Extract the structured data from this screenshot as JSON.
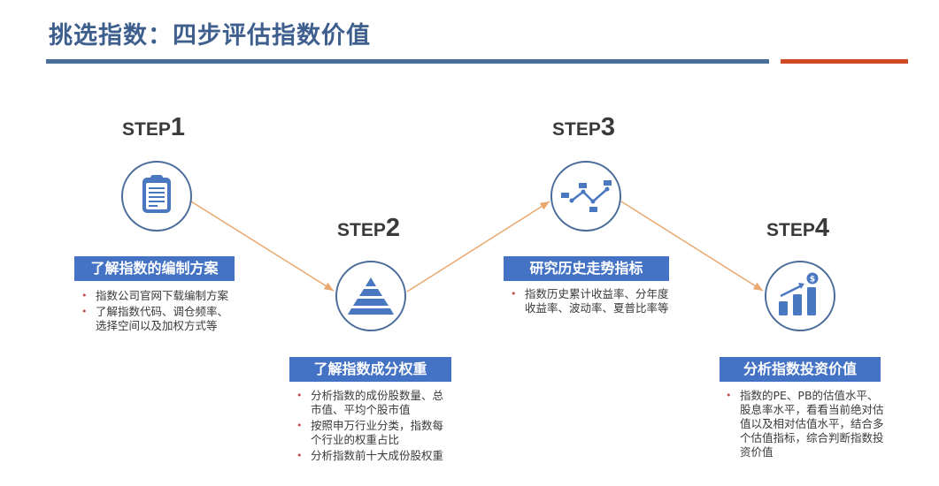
{
  "title": "挑选指数：四步评估指数价值",
  "colors": {
    "title": "#3e5f8e",
    "rule_blue": "#4a6c9b",
    "rule_red": "#d14a26",
    "box_fill": "#4472c4",
    "icon_blue": "#4a78c0",
    "connector": "#e8a870"
  },
  "steps": [
    {
      "word": "STEP",
      "num": "1",
      "icon": "clipboard-icon",
      "heading": "了解指数的编制方案",
      "bullets": [
        "指数公司官网下载编制方案",
        "了解指数代码、调仓频率、选择空间以及加权方式等"
      ]
    },
    {
      "word": "STEP",
      "num": "2",
      "icon": "pyramid-icon",
      "heading": "了解指数成分权重",
      "bullets": [
        "分析指数的成份股数量、总市值、平均个股市值",
        "按照申万行业分类，指数每个行业的权重占比",
        "分析指数前十大成份股权重"
      ]
    },
    {
      "word": "STEP",
      "num": "3",
      "icon": "line-trend-icon",
      "heading": "研究历史走势指标",
      "bullets": [
        "指数历史累计收益率、分年度收益率、波动率、夏普比率等"
      ]
    },
    {
      "word": "STEP",
      "num": "4",
      "icon": "growth-chart-dollar-icon",
      "heading": "分析指数投资价值",
      "bullets": [
        "指数的PE、PB的估值水平、股息率水平，看看当前绝对估值以及相对估值水平，结合多个估值指标，综合判断指数投资价值"
      ]
    }
  ]
}
